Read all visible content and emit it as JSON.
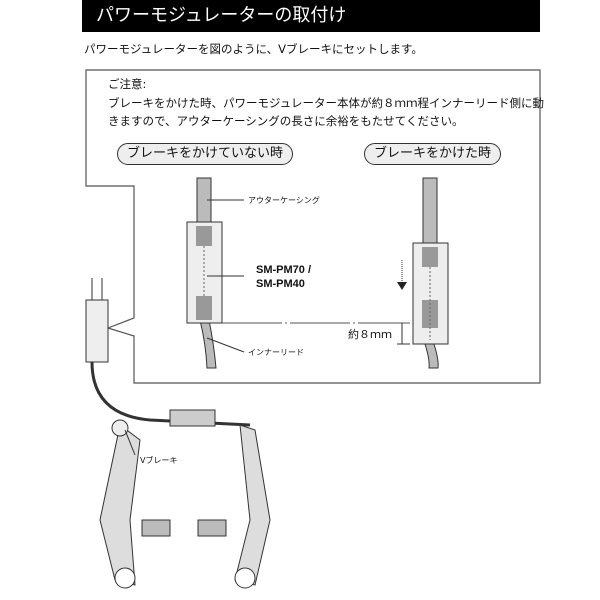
{
  "header": {
    "title": "パワーモジュレーターの取付け"
  },
  "intro": "パワーモジュレーターを図のように、Vブレーキにセットします。",
  "notice": {
    "title": "ご注意:",
    "line1": "ブレーキをかけた時、パワーモジュレーター本体が約８ｍｍ程インナーリード側に動",
    "line2": "きますので、アウターケーシングの長さに余裕をもたせてください。"
  },
  "states": {
    "released": "ブレーキをかけていない時",
    "applied": "ブレーキをかけた時"
  },
  "labels": {
    "outer_casing": "アウターケーシング",
    "model_1": "SM-PM70 /",
    "model_2": "SM-PM40",
    "inner_lead": "インナーリード",
    "distance": "約８ｍｍ",
    "v_brake": "Vブレーキ"
  }
}
